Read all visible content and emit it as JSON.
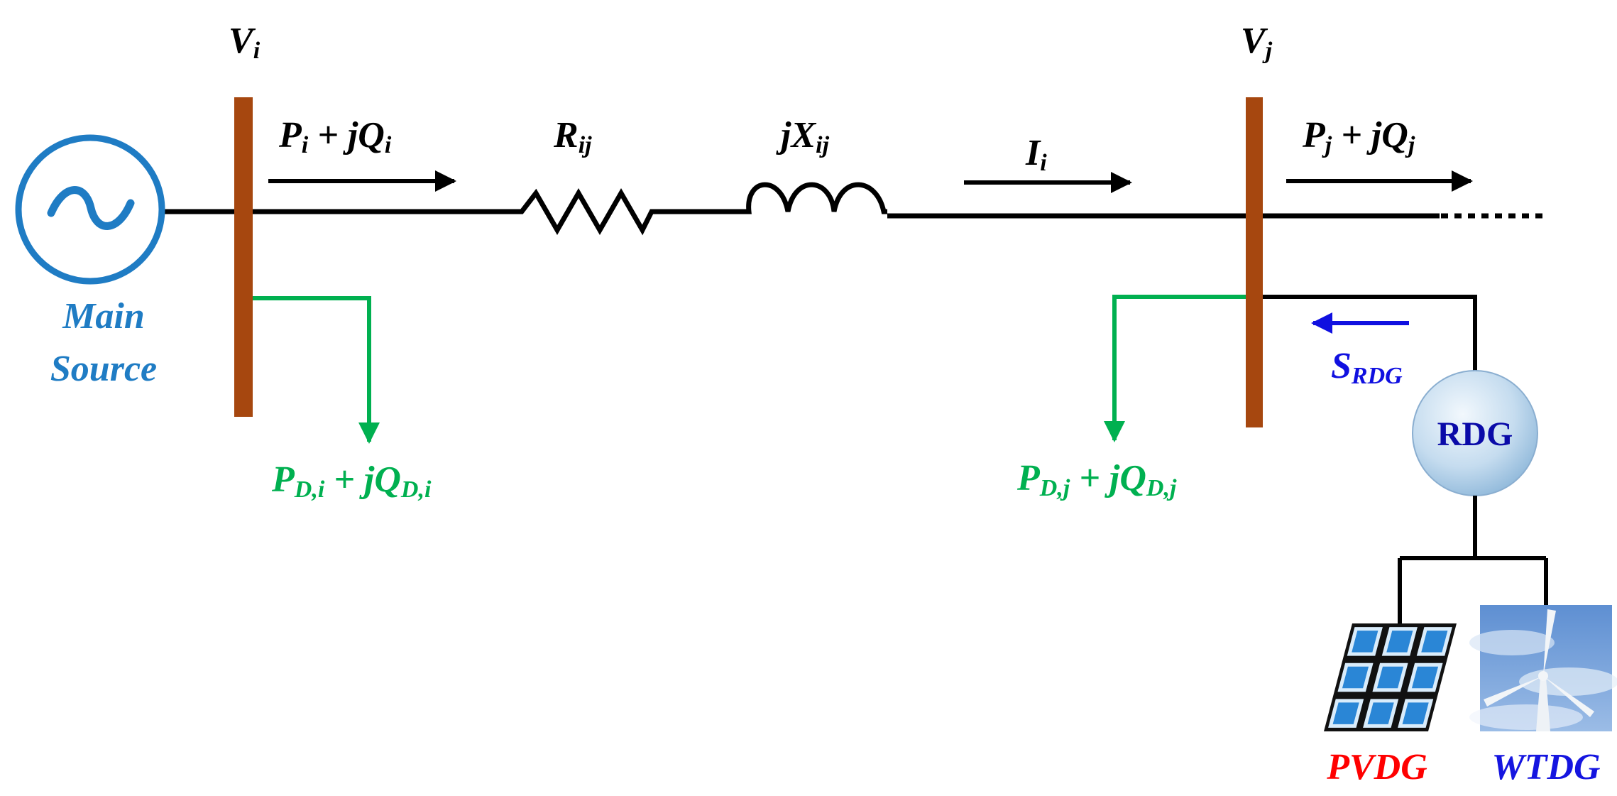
{
  "labels": {
    "vi_main": "V",
    "vi_sub": "i",
    "vj_main": "V",
    "vj_sub": "j",
    "flow_i_p": "P",
    "flow_i_p_sub": "i",
    "flow_i_mid": " + jQ",
    "flow_i_q_sub": "i",
    "r_main": "R",
    "r_sub": "ij",
    "x_main": "jX",
    "x_sub": "ij",
    "i_main": "I",
    "i_sub": "i",
    "flow_j_p": "P",
    "flow_j_p_sub": "j",
    "flow_j_mid": " + jQ",
    "flow_j_q_sub": "j",
    "main_source_line1": "Main",
    "main_source_line2": "Source",
    "load_i_p": "P",
    "load_i_p_sub": "D,i",
    "load_i_mid": " + jQ",
    "load_i_q_sub": "D,i",
    "load_j_p": "P",
    "load_j_p_sub": "D,j",
    "load_j_mid": " + jQ",
    "load_j_q_sub": "D,j",
    "srdg_main": "S",
    "srdg_sub": "RDG",
    "rdg": "RDG",
    "pvdg": "PVDG",
    "wtdg": "WTDG"
  },
  "colors": {
    "line": "#000000",
    "bus": "#a6470f",
    "source": "#1f7cc4",
    "load": "#00b050",
    "srdg": "#1010e0",
    "rdg_text": "#0a0aa8",
    "pvdg": "#ff0000",
    "wtdg": "#1515e0"
  },
  "icons": {
    "source": "ac-source-icon",
    "resistor": "resistor-icon",
    "inductor": "inductor-icon",
    "solar": "solar-panel-icon",
    "wind": "wind-turbine-icon"
  }
}
